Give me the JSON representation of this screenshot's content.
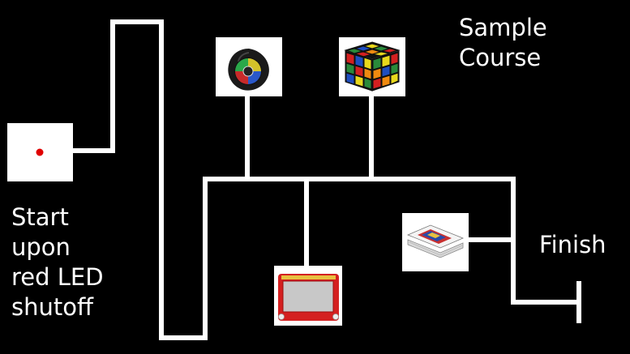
{
  "title": {
    "line1": "Sample",
    "line2": "Course"
  },
  "start_label": {
    "line1": "Start",
    "line2": "upon",
    "line3": "red LED",
    "line4": "shutoff"
  },
  "finish_label": "Finish",
  "colors": {
    "background": "#000000",
    "track": "#ffffff",
    "led": "#e00000"
  },
  "nodes": [
    {
      "id": "start-led-box",
      "icon": "red-led-icon"
    },
    {
      "id": "simon-game",
      "icon": "simon-game-icon"
    },
    {
      "id": "rubiks-cube",
      "icon": "rubiks-cube-icon"
    },
    {
      "id": "etch-a-sketch",
      "icon": "etch-a-sketch-icon"
    },
    {
      "id": "playing-cards",
      "icon": "playing-cards-icon"
    },
    {
      "id": "finish-end",
      "icon": "finish-line-icon"
    }
  ]
}
